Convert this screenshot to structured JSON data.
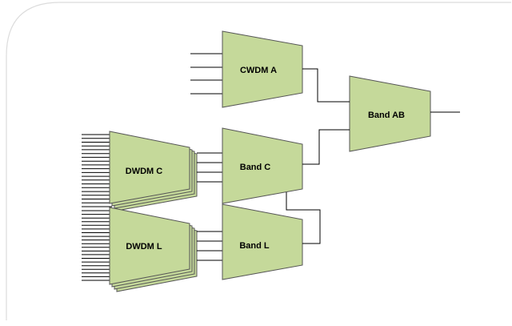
{
  "diagram": {
    "blocks": {
      "cwdm_a": "CWDM A",
      "band_ab": "Band AB",
      "dwdm_c": "DWDM C",
      "band_c": "Band C",
      "dwdm_l": "DWDM L",
      "band_l": "Band L"
    },
    "colors": {
      "block_fill": "#c5d99a",
      "block_stroke": "#555555",
      "line": "#000000",
      "border": "#d8d8d8"
    }
  }
}
